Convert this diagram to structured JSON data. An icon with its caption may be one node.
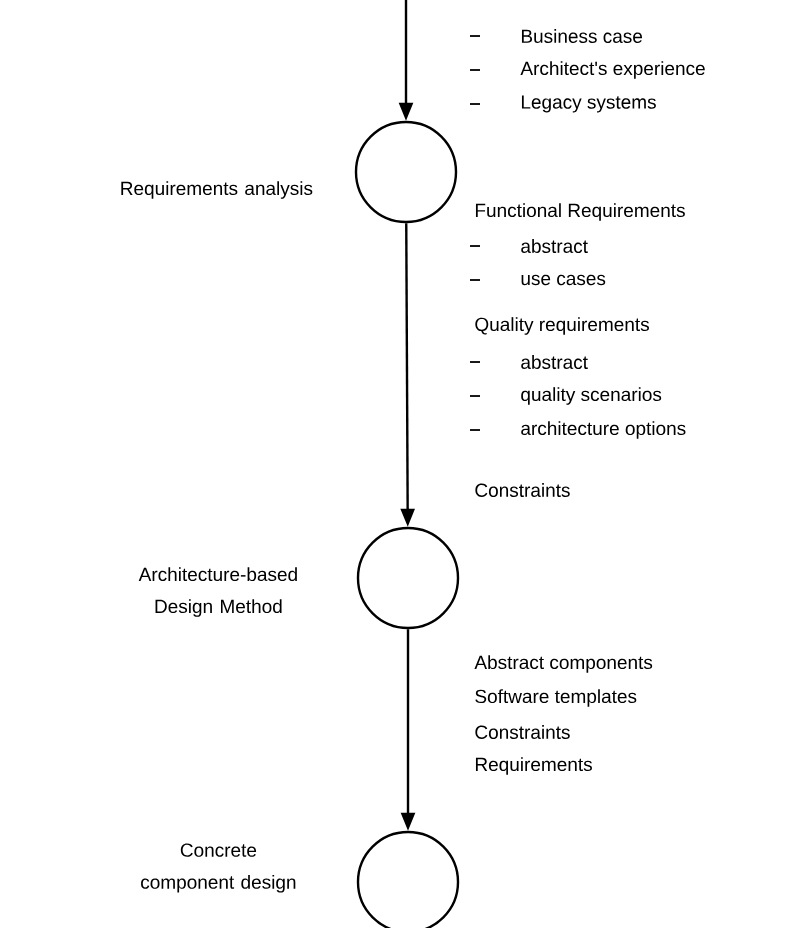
{
  "diagram": {
    "nodes": [
      {
        "text": [],
        "shape": "circle",
        "beside": [
          "Requirements analysis"
        ]
      },
      {
        "text": [],
        "shape": "circle",
        "beside": [
          "Architecture-based Design Method"
        ]
      },
      {
        "text": [],
        "shape": "circle",
        "beside": [
          "Concrete component design"
        ]
      }
    ],
    "edges": [
      {
        "from": null,
        "to": 0,
        "arrow": "to"
      },
      {
        "from": 0,
        "to": 1,
        "arrow": "to"
      },
      {
        "from": 1,
        "to": 2,
        "arrow": "to"
      }
    ],
    "labels": [
      "Business case",
      "Architect's experience",
      "Legacy systems",
      "Functional Requirements",
      "abstract",
      "use cases",
      "Quality requirements",
      "abstract",
      "quality scenarios",
      "architecture options",
      "Constraints",
      "Abstract components",
      "Software templates",
      "Constraints",
      "Requirements"
    ]
  }
}
